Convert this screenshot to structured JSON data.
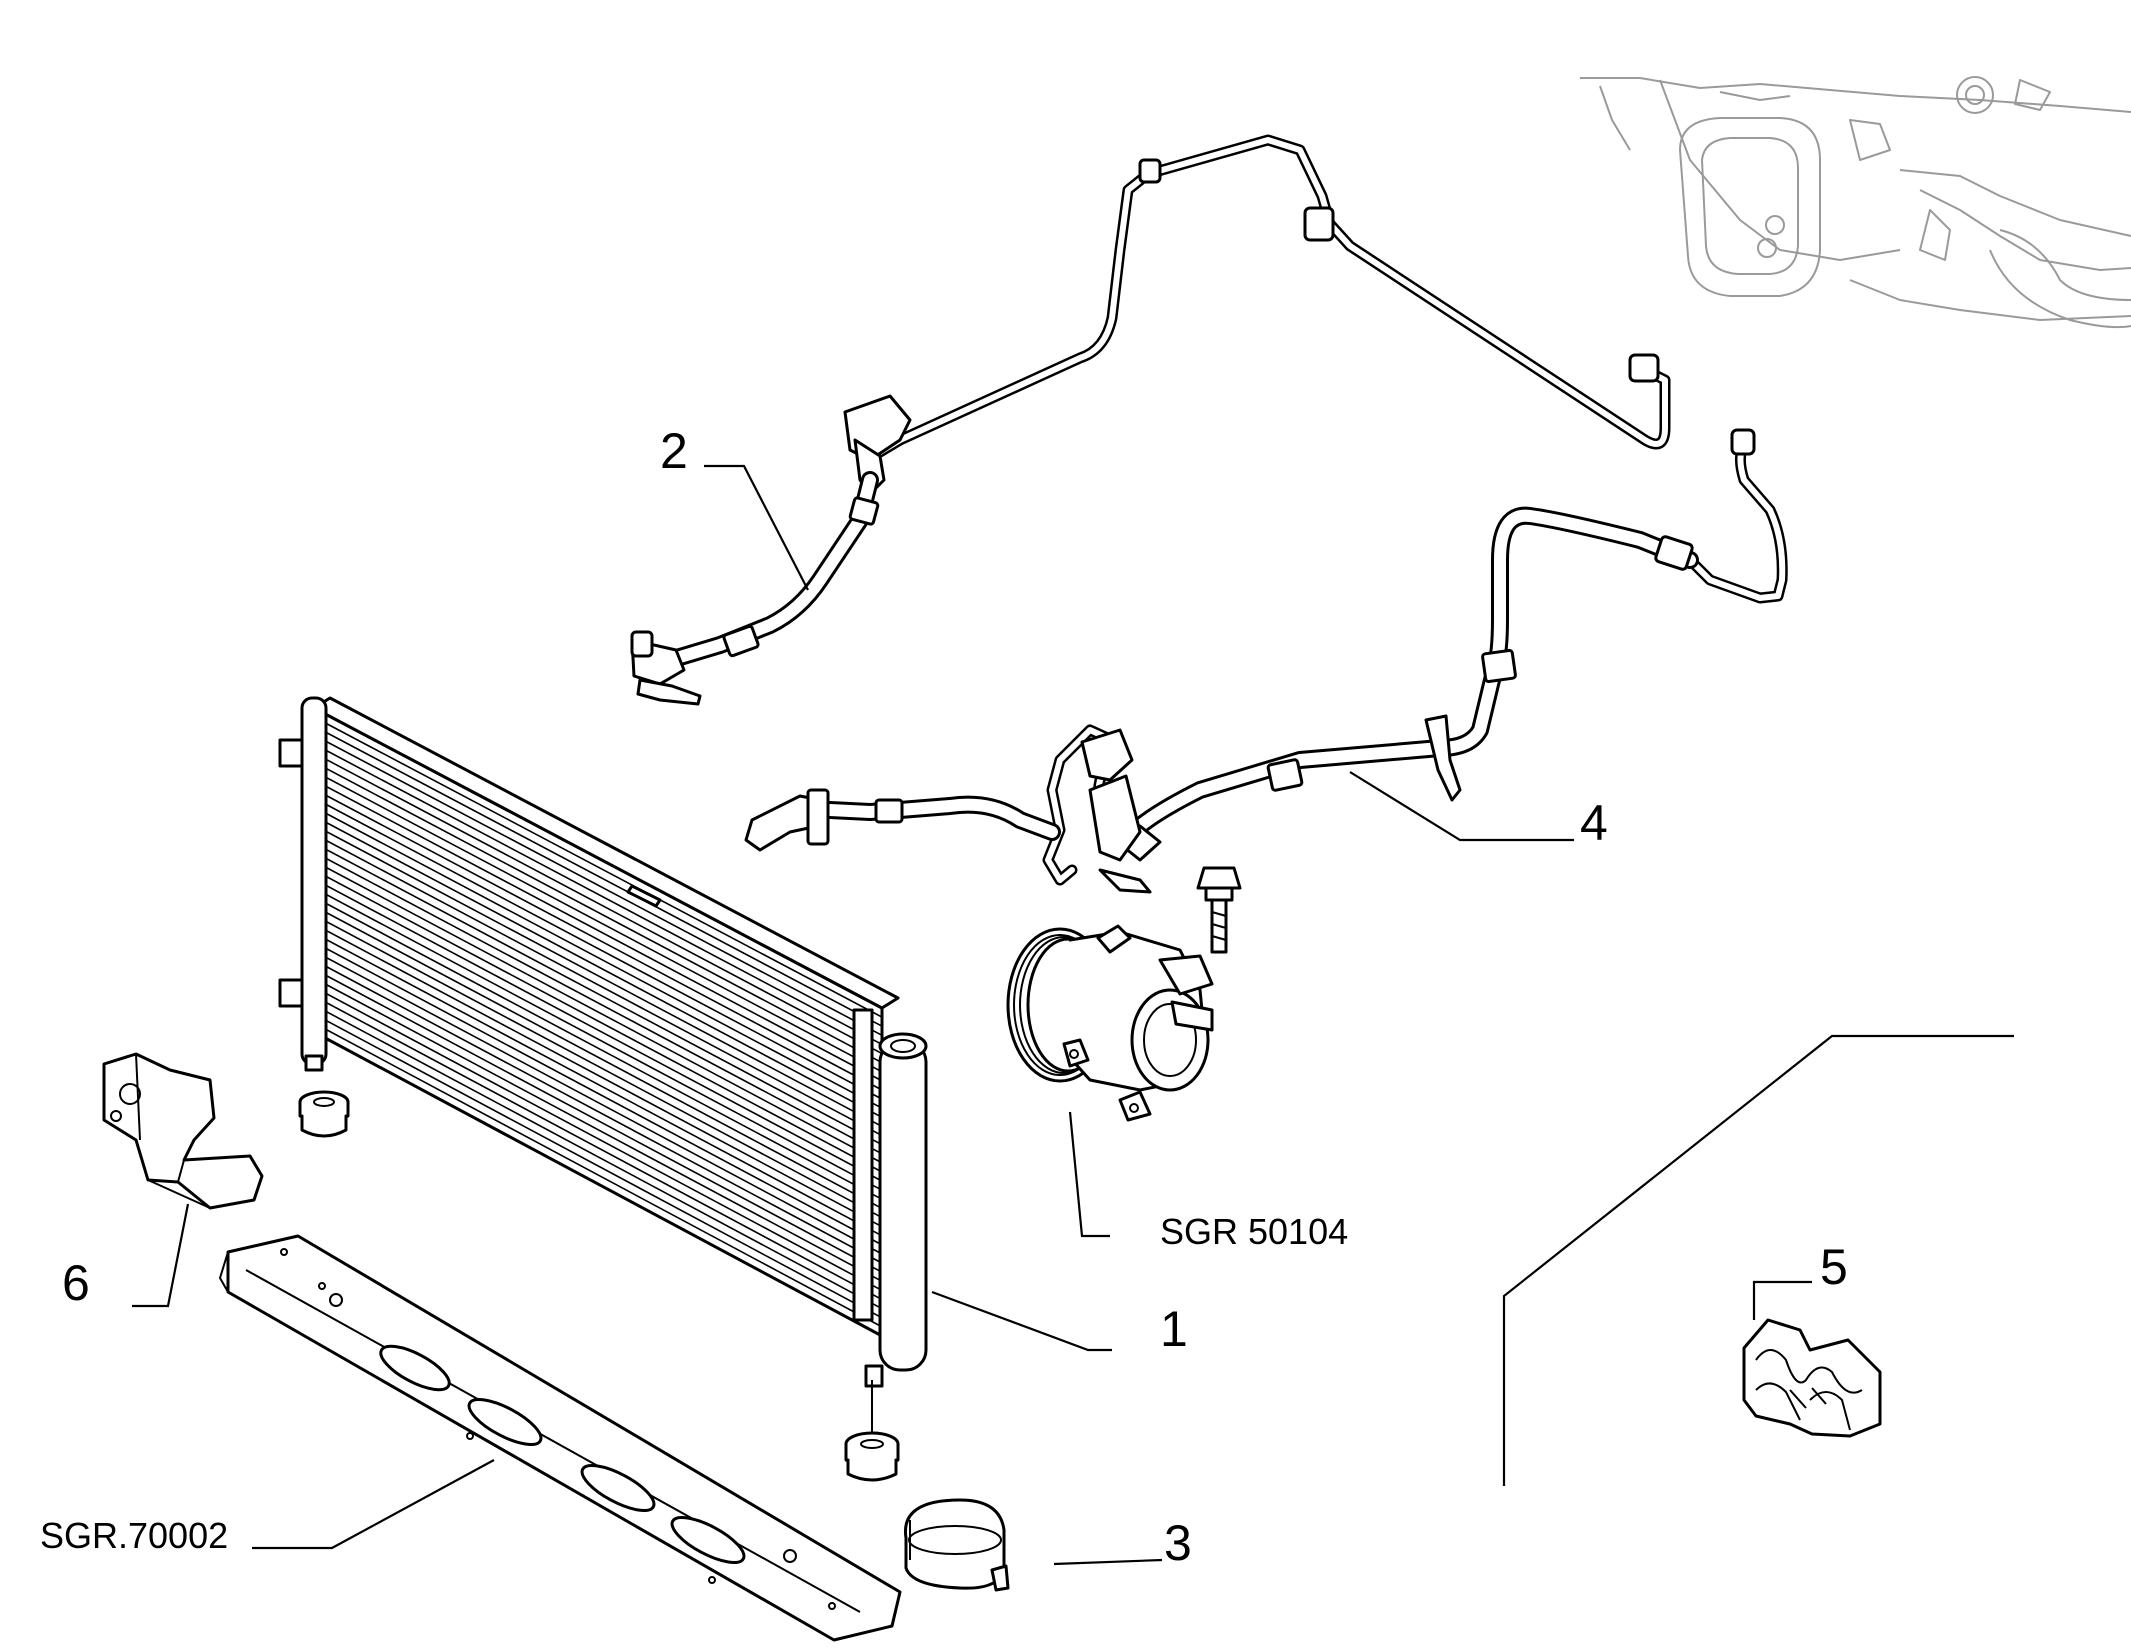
{
  "callouts": {
    "c1": "1",
    "c2": "2",
    "c3": "3",
    "c4": "4",
    "c5": "5",
    "c6": "6"
  },
  "references": {
    "compressor": "SGR 50104",
    "crossmember": "SGR.70002"
  },
  "colors": {
    "line": "#000000",
    "background": "#ffffff",
    "context_outline": "#9a9a9a"
  }
}
